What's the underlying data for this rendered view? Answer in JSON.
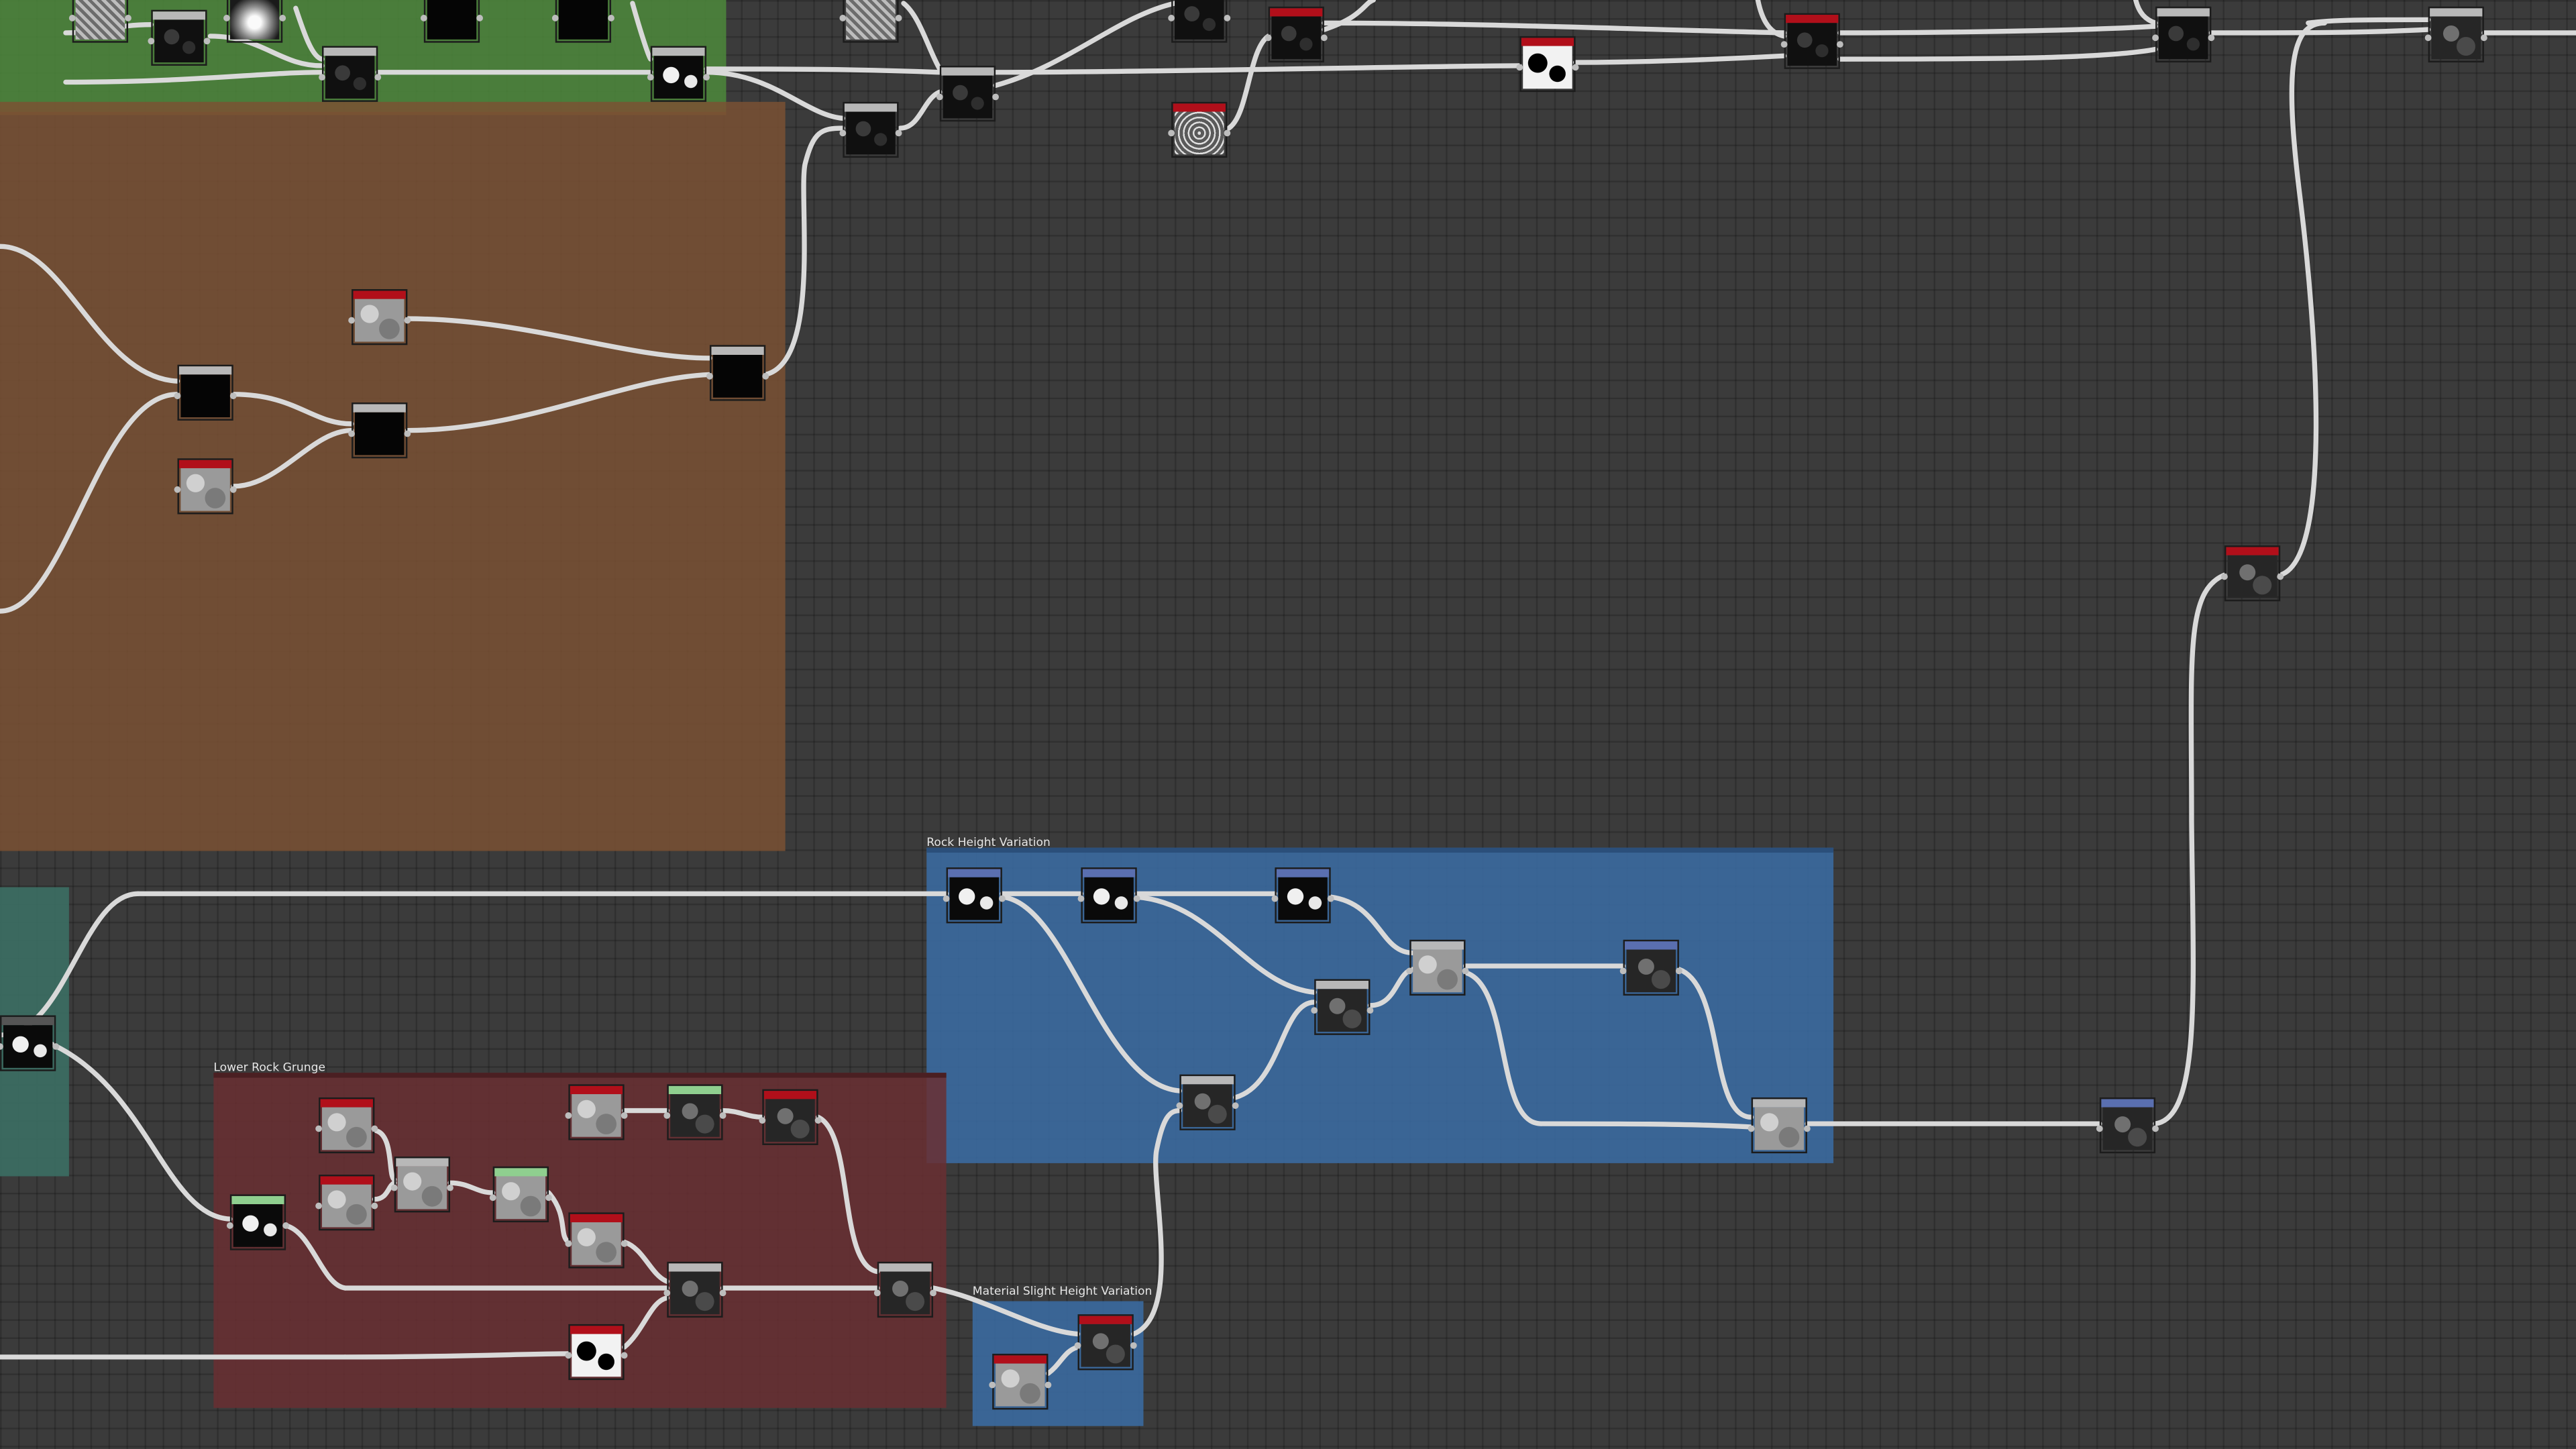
{
  "canvas": {
    "background": "#3b3b3b",
    "wire_color": "#d9d9d9"
  },
  "frames": [
    {
      "id": "green-frame",
      "title": "",
      "color": "#4e8a3c"
    },
    {
      "id": "brown-frame",
      "title": "",
      "color": "#7a5134"
    },
    {
      "id": "teal-frame",
      "title": "",
      "color": "#3c6f64"
    },
    {
      "id": "rock-height-frame",
      "title": "Rock Height Variation",
      "color": "#3b6da6"
    },
    {
      "id": "lower-rock-grunge-frame",
      "title": "Lower Rock Grunge",
      "color": "#6a2f33"
    },
    {
      "id": "material-height-frame",
      "title": "Material Slight Height Variation",
      "color": "#3b6da6"
    }
  ],
  "header_colors": {
    "red": "#b10f1a",
    "grey": "#b8b8b8",
    "blue": "#5a6fb0",
    "green": "#8fcf8f",
    "dark": "#555555"
  },
  "node_thumbnails": [
    "th-dark",
    "th-black",
    "th-noise",
    "th-grey",
    "th-mask",
    "th-maskd",
    "th-spec",
    "th-grad",
    "th-murk"
  ]
}
